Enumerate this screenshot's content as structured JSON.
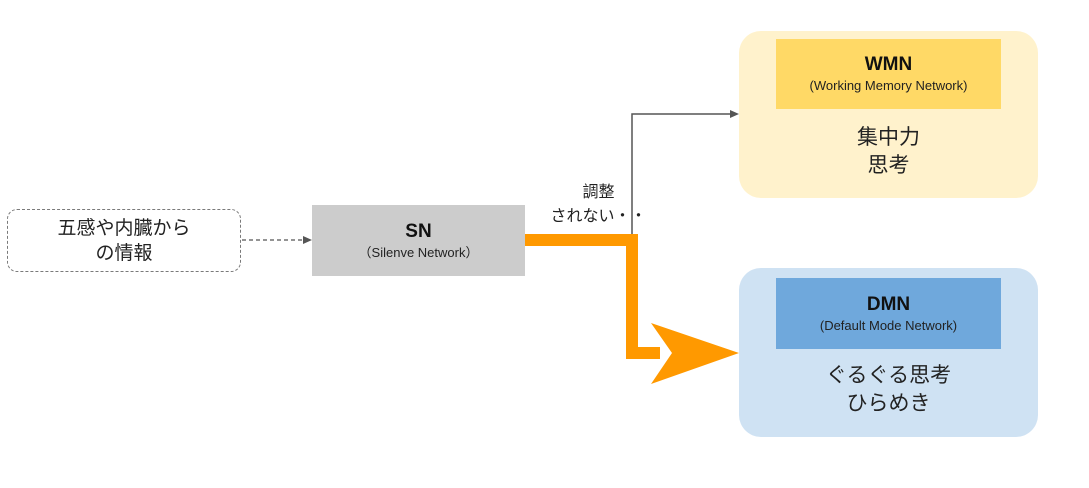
{
  "input": {
    "line1": "五感や内臓から",
    "line2": "の情報"
  },
  "sn": {
    "title": "SN",
    "subtitle": "（Silenve Network）"
  },
  "wmn": {
    "title": "WMN",
    "subtitle": "(Working Memory Network)",
    "line1": "集中力",
    "line2": "思考"
  },
  "dmn": {
    "title": "DMN",
    "subtitle": "(Default Mode Network)",
    "line1": "ぐるぐる思考",
    "line2": "ひらめき"
  },
  "note": {
    "line1": "調整",
    "line2": "されない・・"
  },
  "colors": {
    "sn_fill": "#cccccc",
    "wmn_panel": "#fff2cc",
    "wmn_header": "#ffd966",
    "dmn_panel": "#cfe2f3",
    "dmn_header": "#6fa8dc",
    "orange_arrow": "#ff9900",
    "connector": "#555555"
  }
}
